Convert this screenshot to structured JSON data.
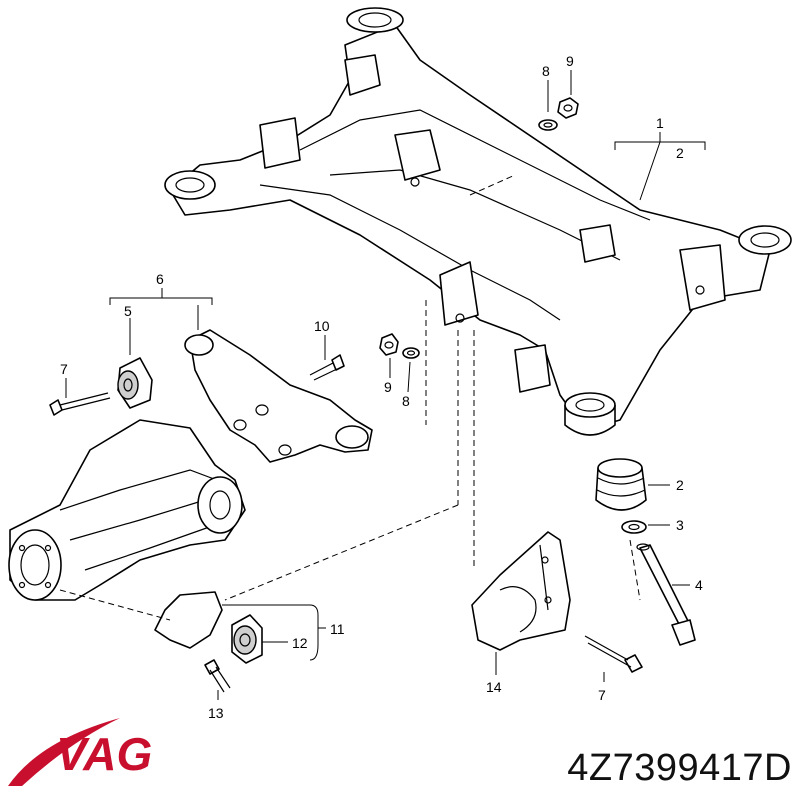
{
  "callouts": {
    "c1": "1",
    "c2_top": "2",
    "c2_side": "2",
    "c3": "3",
    "c4": "4",
    "c5": "5",
    "c6": "6",
    "c7_left": "7",
    "c7_bottom": "7",
    "c8_top": "8",
    "c8_mid": "8",
    "c9_top": "9",
    "c9_mid": "9",
    "c10": "10",
    "c11": "11",
    "c12": "12",
    "c13": "13",
    "c14": "14"
  },
  "brand": {
    "logo_text": "VAG",
    "logo_color": "#c8102e"
  },
  "part_number": "4Z7399417D"
}
